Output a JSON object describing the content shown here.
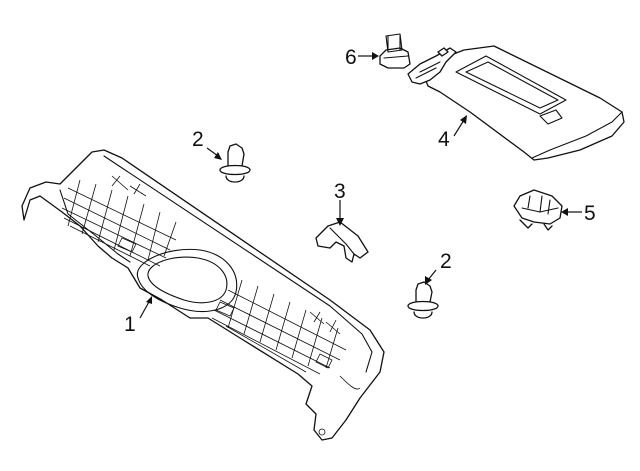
{
  "callouts": [
    {
      "id": "1",
      "label": "1"
    },
    {
      "id": "2a",
      "label": "2"
    },
    {
      "id": "2b",
      "label": "2"
    },
    {
      "id": "3",
      "label": "3"
    },
    {
      "id": "4",
      "label": "4"
    },
    {
      "id": "5",
      "label": "5"
    },
    {
      "id": "6",
      "label": "6"
    }
  ],
  "colors": {
    "line": "#111111",
    "background": "#ffffff"
  }
}
